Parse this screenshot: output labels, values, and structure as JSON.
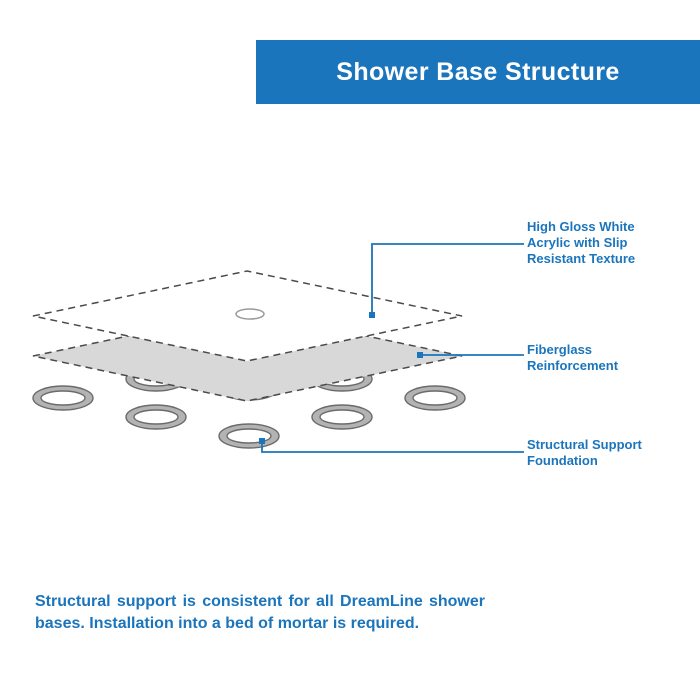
{
  "header": {
    "title": "Shower Base Structure"
  },
  "callouts": [
    {
      "lines": [
        "High Gloss White",
        "Acrylic with Slip",
        "Resistant Texture"
      ]
    },
    {
      "lines": [
        "Fiberglass",
        "Reinforcement"
      ]
    },
    {
      "lines": [
        "Structural Support",
        "Foundation"
      ]
    }
  ],
  "footer": {
    "text": "Structural support is consistent for all DreamLine shower bases. Installation into a bed of mortar is required."
  },
  "colors": {
    "accent_blue": "#1B75BC",
    "layer_gray": "#D8D8D8",
    "ring_gray": "#B3B3B3",
    "outline_gray": "#4A4A4A"
  }
}
